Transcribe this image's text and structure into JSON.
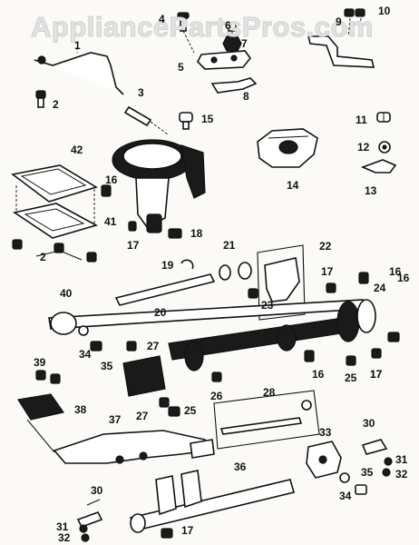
{
  "watermark": "AppliancePartsPros.com",
  "callouts": [
    {
      "text": "1"
    },
    {
      "text": "2"
    },
    {
      "text": "3"
    },
    {
      "text": "4"
    },
    {
      "text": "5"
    },
    {
      "text": "6"
    },
    {
      "text": "7"
    },
    {
      "text": "8"
    },
    {
      "text": "9"
    },
    {
      "text": "10"
    },
    {
      "text": "11"
    },
    {
      "text": "12"
    },
    {
      "text": "13"
    },
    {
      "text": "14"
    },
    {
      "text": "15"
    },
    {
      "text": "16"
    },
    {
      "text": "17"
    },
    {
      "text": "18"
    },
    {
      "text": "16"
    },
    {
      "text": "17"
    },
    {
      "text": "2"
    },
    {
      "text": "41"
    },
    {
      "text": "42"
    },
    {
      "text": "19"
    },
    {
      "text": "20"
    },
    {
      "text": "21"
    },
    {
      "text": "22"
    },
    {
      "text": "23"
    },
    {
      "text": "17"
    },
    {
      "text": "16"
    },
    {
      "text": "24"
    },
    {
      "text": "40"
    },
    {
      "text": "34"
    },
    {
      "text": "35"
    },
    {
      "text": "27"
    },
    {
      "text": "26"
    },
    {
      "text": "16"
    },
    {
      "text": "25"
    },
    {
      "text": "17"
    },
    {
      "text": "27"
    },
    {
      "text": "25"
    },
    {
      "text": "39"
    },
    {
      "text": "38"
    },
    {
      "text": "28"
    },
    {
      "text": "37"
    },
    {
      "text": "36"
    },
    {
      "text": "33"
    },
    {
      "text": "30"
    },
    {
      "text": "31"
    },
    {
      "text": "32"
    },
    {
      "text": "34"
    },
    {
      "text": "35"
    },
    {
      "text": "30"
    },
    {
      "text": "31"
    },
    {
      "text": "32"
    },
    {
      "text": "17"
    }
  ]
}
